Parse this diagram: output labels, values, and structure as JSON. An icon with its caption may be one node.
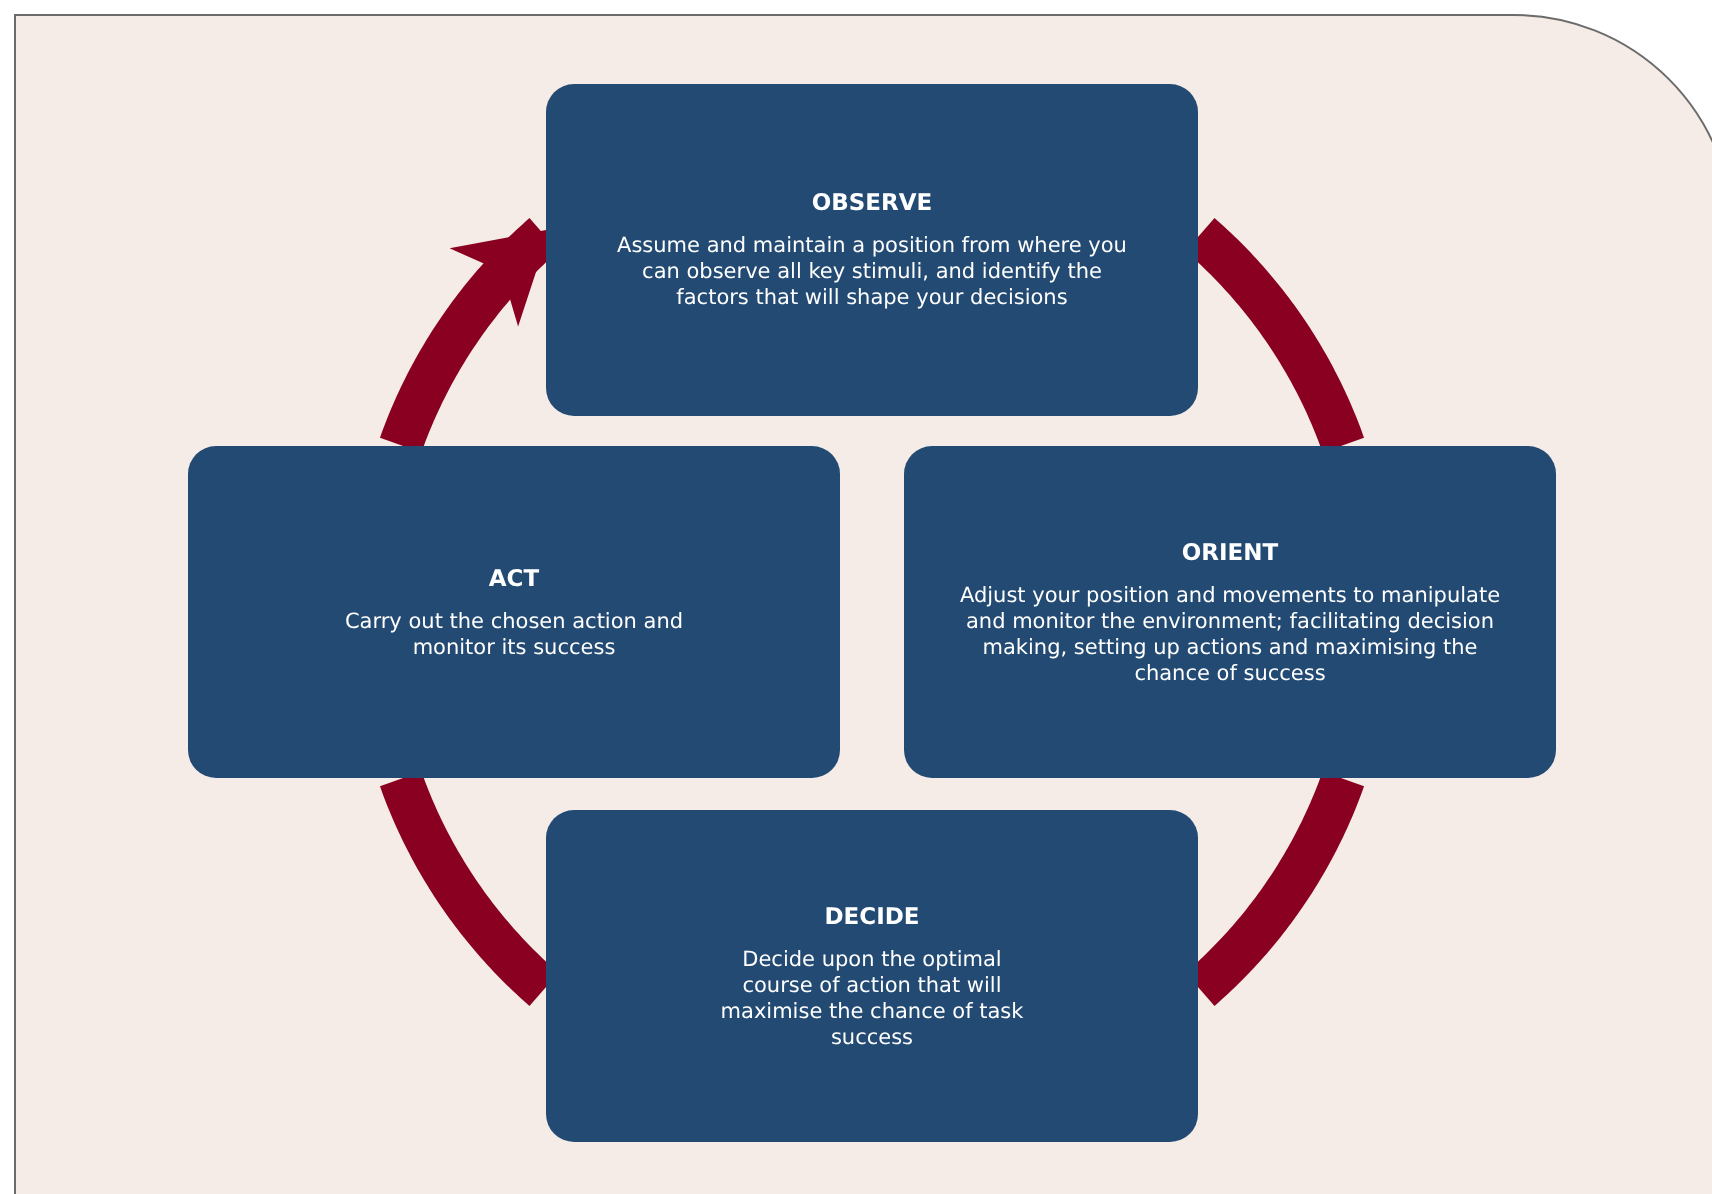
{
  "diagram": {
    "nodes": [
      {
        "text": [
          "OBSERVE",
          "Assume and maintain a position from where you can observe all key stimuli, and identify the factors that will shape your decisions"
        ]
      },
      {
        "text": [
          "ORIENT",
          "Adjust your position and movements to manipulate and monitor the environment; facilitating decision making, setting up actions and maximising the chance of success"
        ]
      },
      {
        "text": [
          "DECIDE",
          "Decide upon the optimal course of action that will maximise the chance of task success"
        ]
      },
      {
        "text": [
          "ACT",
          "Carry out the chosen action and monitor its success"
        ]
      }
    ],
    "edges": [
      {
        "from": 0,
        "to": 1,
        "arrow": "none"
      },
      {
        "from": 1,
        "to": 2,
        "arrow": "none"
      },
      {
        "from": 2,
        "to": 3,
        "arrow": "none"
      },
      {
        "from": 3,
        "to": 0,
        "arrow": "to"
      }
    ]
  }
}
